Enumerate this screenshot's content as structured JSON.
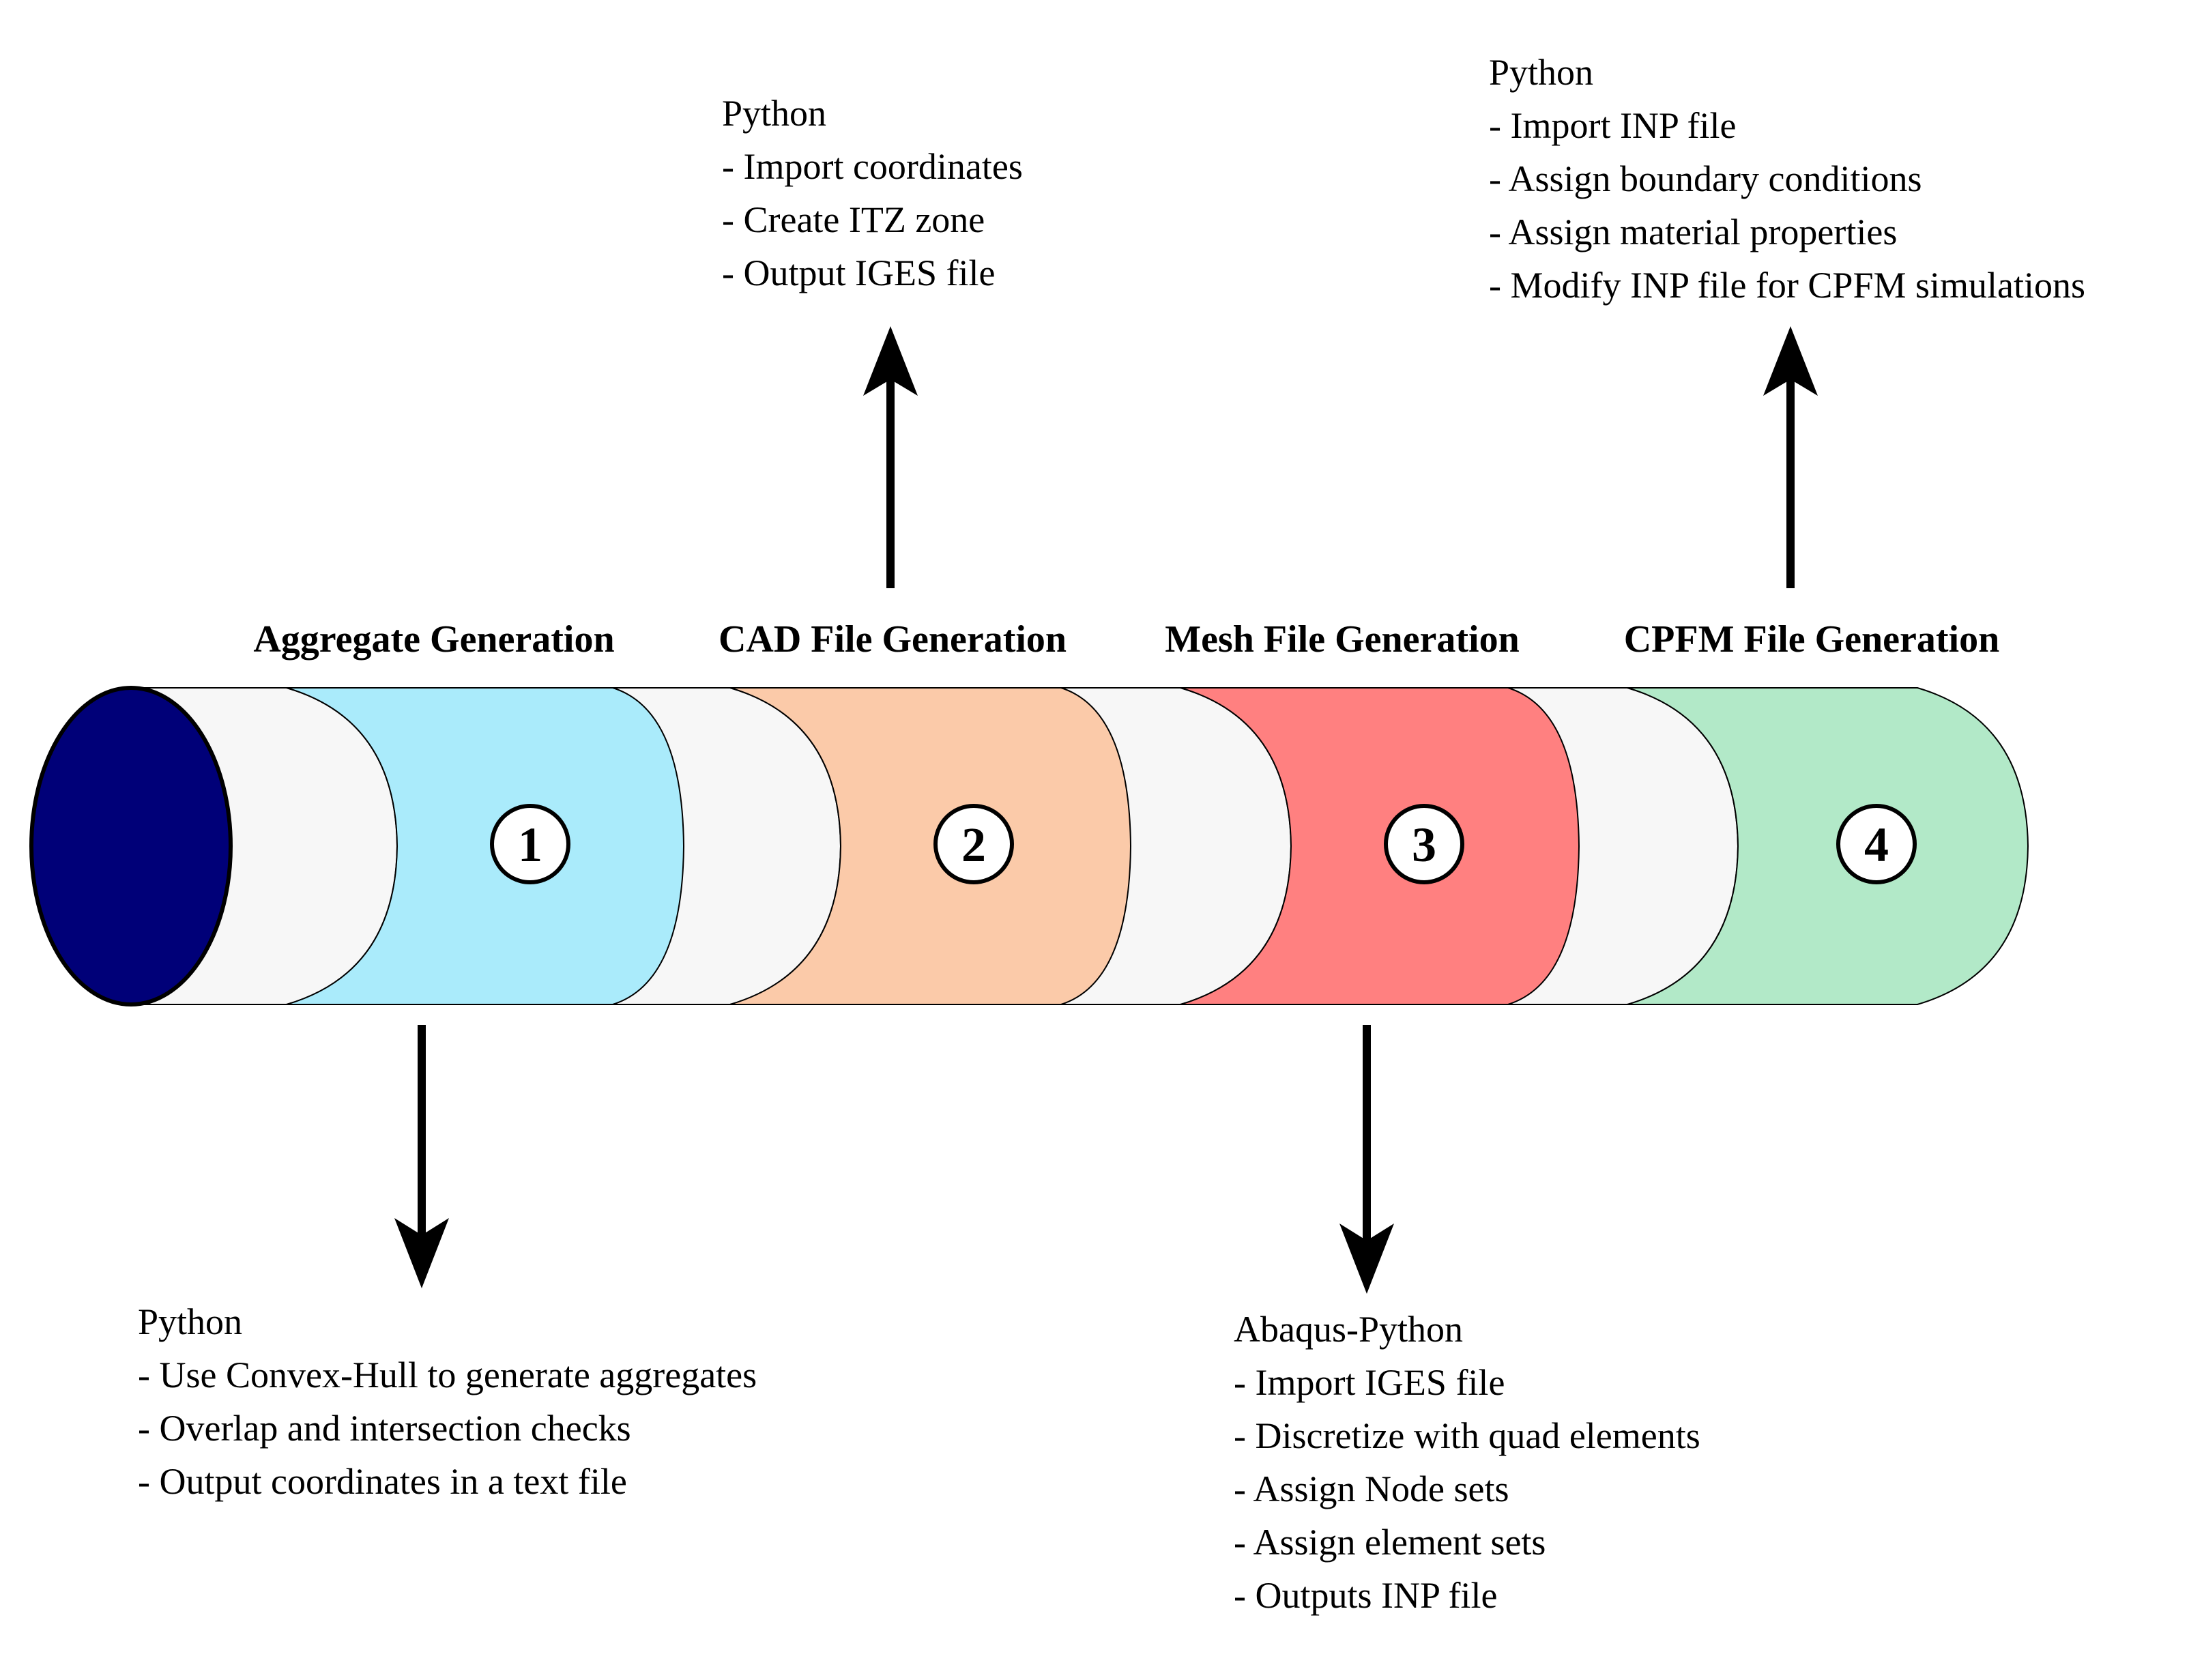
{
  "stages": [
    {
      "number": "1",
      "title": "Aggregate Generation",
      "color": "#aaebfb"
    },
    {
      "number": "2",
      "title": "CAD File Generation",
      "color": "#fbcaa9"
    },
    {
      "number": "3",
      "title": "Mesh File Generation",
      "color": "#ff8080"
    },
    {
      "number": "4",
      "title": "CPFM File Generation",
      "color": "#b2e9c8"
    }
  ],
  "notes": {
    "stage1": {
      "title": "Python",
      "lines": [
        "- Use Convex-Hull to generate aggregates",
        "- Overlap and intersection checks",
        "- Output coordinates in a text file"
      ]
    },
    "stage2": {
      "title": "Python",
      "lines": [
        "- Import coordinates",
        "- Create ITZ zone",
        "- Output IGES file"
      ]
    },
    "stage3": {
      "title": "Abaqus-Python",
      "lines": [
        "- Import IGES file",
        "- Discretize with quad elements",
        "- Assign Node sets",
        "- Assign element sets",
        "- Outputs INP file"
      ]
    },
    "stage4": {
      "title": "Python",
      "lines": [
        "- Import INP file",
        "- Assign boundary conditions",
        "- Assign material properties",
        "- Modify INP file for CPFM simulations"
      ]
    }
  },
  "colors": {
    "cap": "#000078",
    "gap": "#f7f7f7",
    "stroke": "#000000"
  }
}
